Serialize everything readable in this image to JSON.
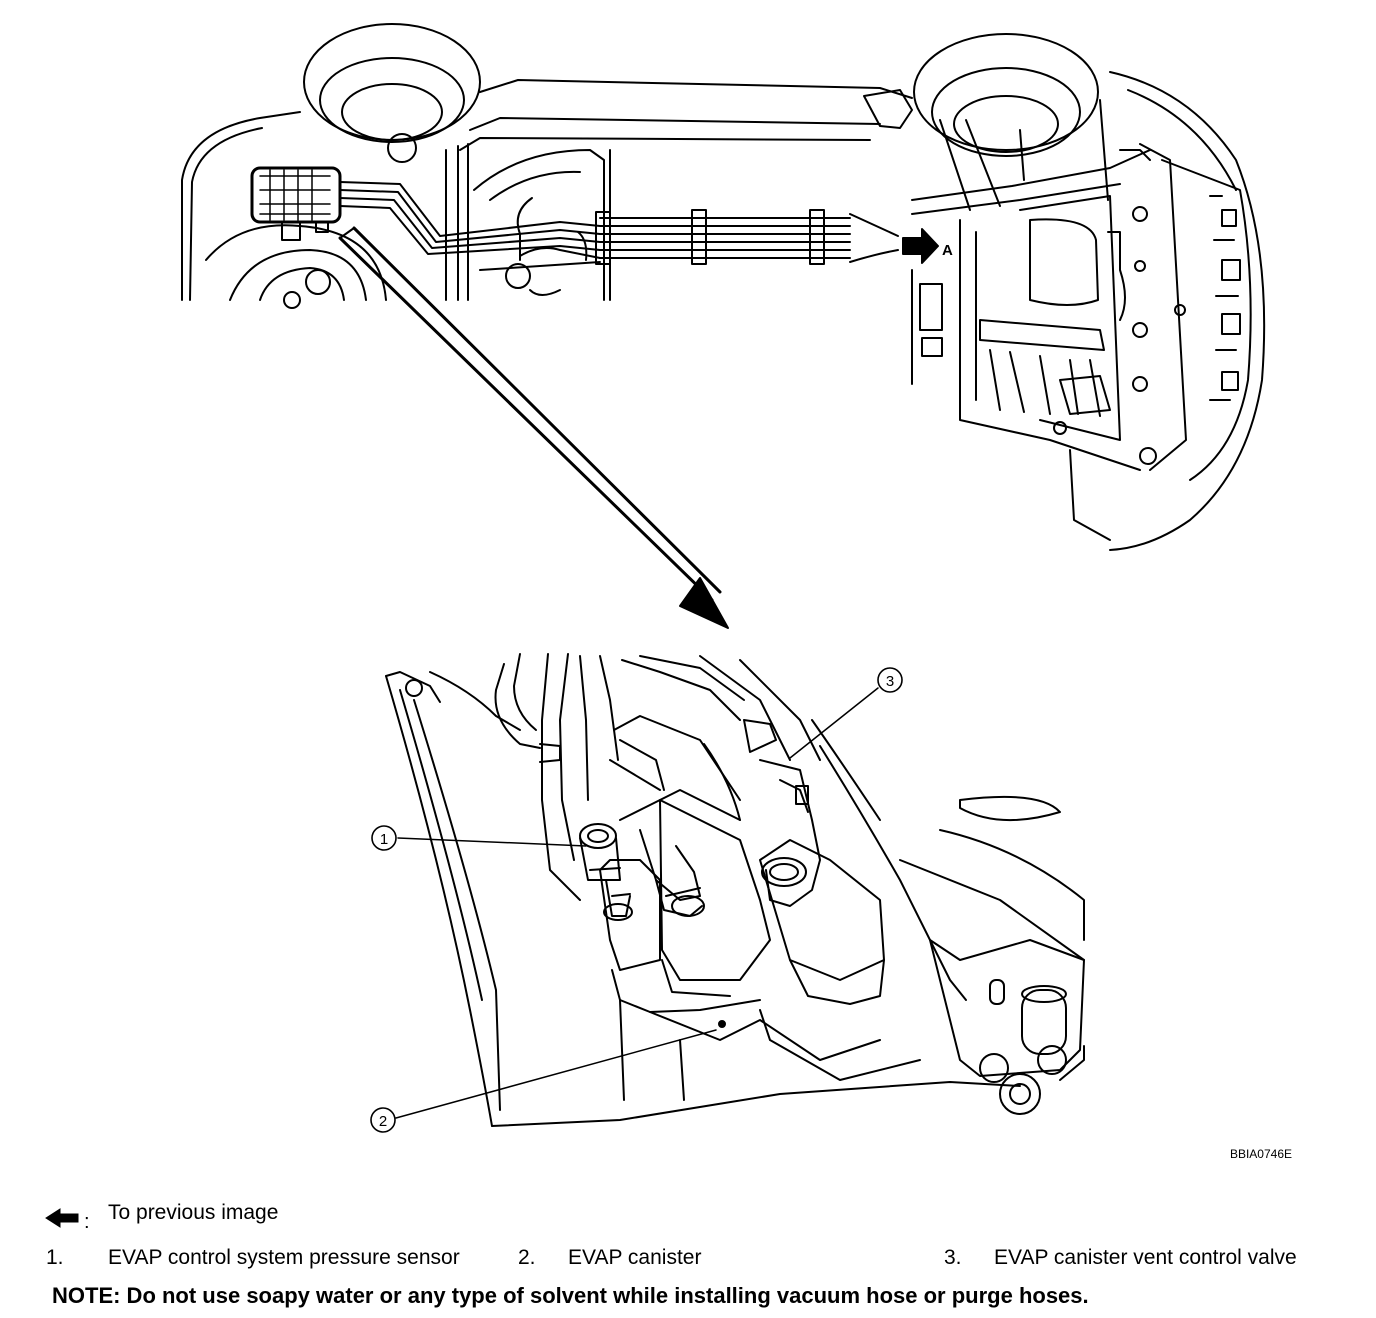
{
  "figure_code": "BBIA0746E",
  "view_marker": "A",
  "callouts": [
    {
      "number": "1"
    },
    {
      "number": "2"
    },
    {
      "number": "3"
    }
  ],
  "legend": {
    "arrow_symbol": "left-arrow-icon",
    "arrow_separator": ":",
    "arrow_text": "To previous image",
    "items": [
      {
        "number": "1.",
        "text": "EVAP control system pressure sensor"
      },
      {
        "number": "2.",
        "text": "EVAP canister"
      },
      {
        "number": "3.",
        "text": "EVAP canister vent control valve"
      }
    ]
  },
  "note": "NOTE: Do not use soapy water or any type of solvent while installing vacuum hose or purge hoses."
}
